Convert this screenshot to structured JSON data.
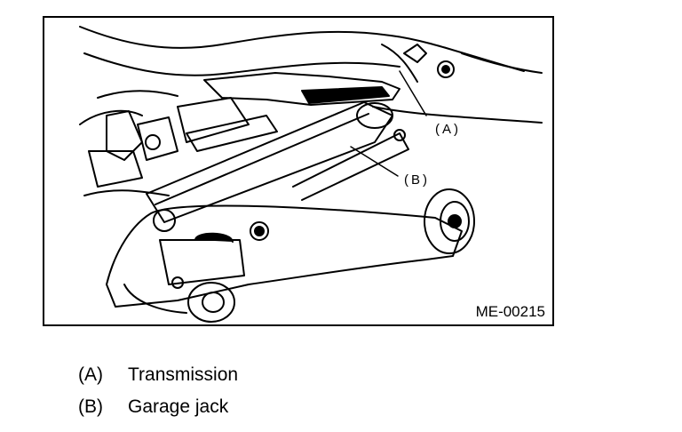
{
  "figure": {
    "id": "ME-00215",
    "callouts": [
      {
        "key": "(A)"
      },
      {
        "key": "(B)"
      }
    ]
  },
  "legend": [
    {
      "key": "(A)",
      "label": "Transmission"
    },
    {
      "key": "(B)",
      "label": "Garage jack"
    }
  ]
}
